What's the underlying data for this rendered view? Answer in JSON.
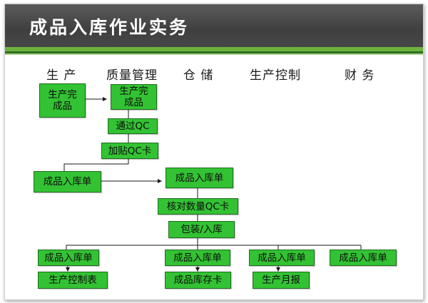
{
  "slide": {
    "title": "成品入库作业实务"
  },
  "columns": {
    "production": "生  产",
    "quality": "质量管理",
    "warehouse": "仓 储",
    "production_control": "生产控制",
    "finance": "财  务"
  },
  "boxes": {
    "prod_finished": "生产完\n成品",
    "qm_finished": "生产完\n成品",
    "pass_qc": "通过QC",
    "attach_qc_card": "加贴QC卡",
    "prod_receipt": "成品入库单",
    "wh_receipt": "成品入库单",
    "verify_qc_card": "核对数量QC卡",
    "pack_store": "包装/入库",
    "prod_receipt_copy": "成品入库单",
    "wh_receipt_copy": "成品入库单",
    "pc_receipt_copy": "成品入库单",
    "fin_receipt_copy": "成品入库单",
    "prod_control_sheet": "生产控制表",
    "inventory_card": "成品库存卡",
    "monthly_report": "生产月报"
  },
  "colors": {
    "box_fill": "#33c233",
    "title_bar": "#474747",
    "accent_green": "#6db33f"
  }
}
